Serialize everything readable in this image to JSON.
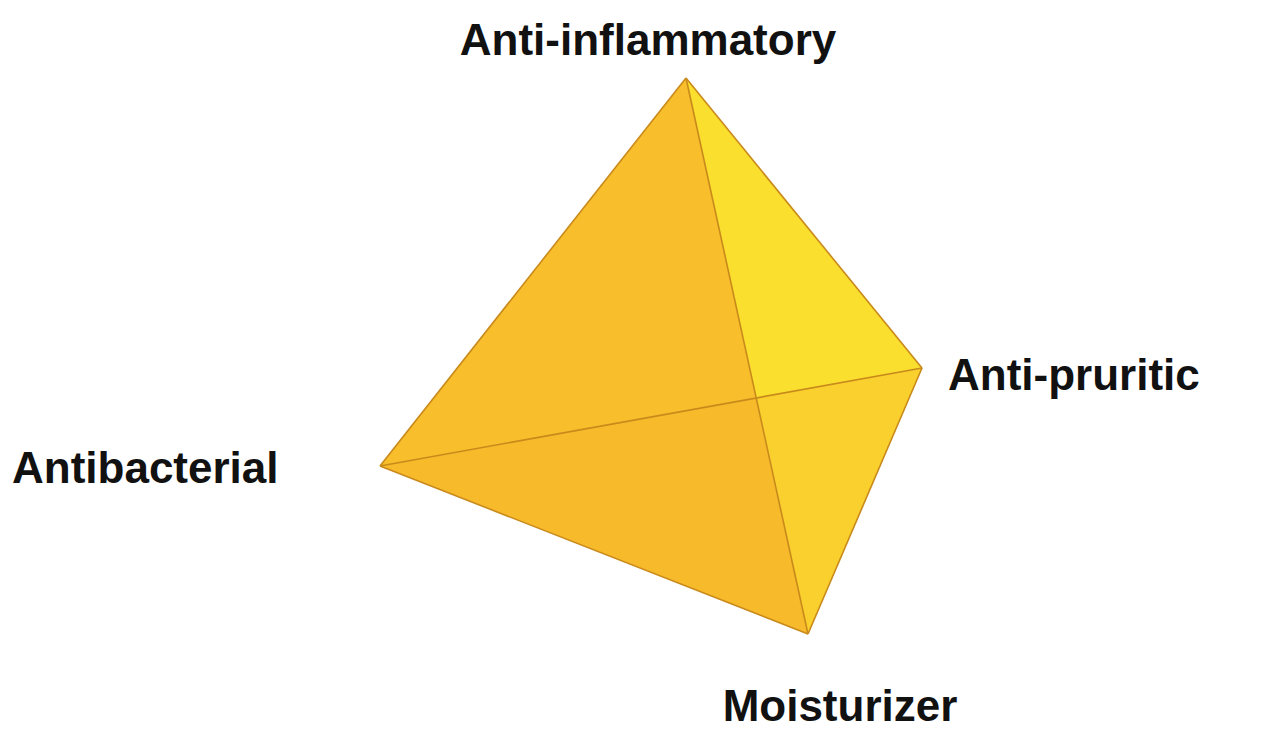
{
  "diagram": {
    "labels": [
      "Anti-inflammatory",
      "Anti-pruritic",
      "Antibacterial",
      "Moisturizer"
    ]
  }
}
